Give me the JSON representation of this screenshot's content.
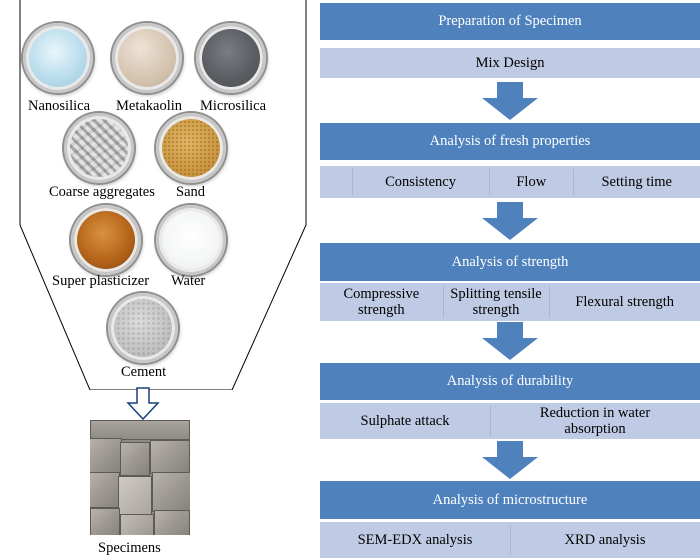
{
  "materials": {
    "nanosilica": "Nanosilica",
    "metakaolin": "Metakaolin",
    "microsilica": "Microsilica",
    "coarse_aggregates": "Coarse aggregates",
    "sand": "Sand",
    "super_plasticizer": "Super plasticizer",
    "water": "Water",
    "cement": "Cement"
  },
  "specimens_label": "Specimens",
  "stages": [
    {
      "title": "Preparation of Specimen",
      "items": [
        "Mix Design"
      ]
    },
    {
      "title": "Analysis of fresh properties",
      "items": [
        "Consistency",
        "Flow",
        "Setting time"
      ]
    },
    {
      "title": "Analysis of strength",
      "items": [
        "Compressive strength",
        "Splitting tensile strength",
        "Flexural strength"
      ]
    },
    {
      "title": "Analysis of durability",
      "items": [
        "Sulphate attack",
        "Reduction in water absorption"
      ]
    },
    {
      "title": "Analysis of microstructure",
      "items": [
        "SEM-EDX analysis",
        "XRD analysis"
      ]
    }
  ],
  "colors": {
    "header": "#4f81bd",
    "subrow": "#bfcbe4",
    "arrow": "#4f81bd"
  }
}
